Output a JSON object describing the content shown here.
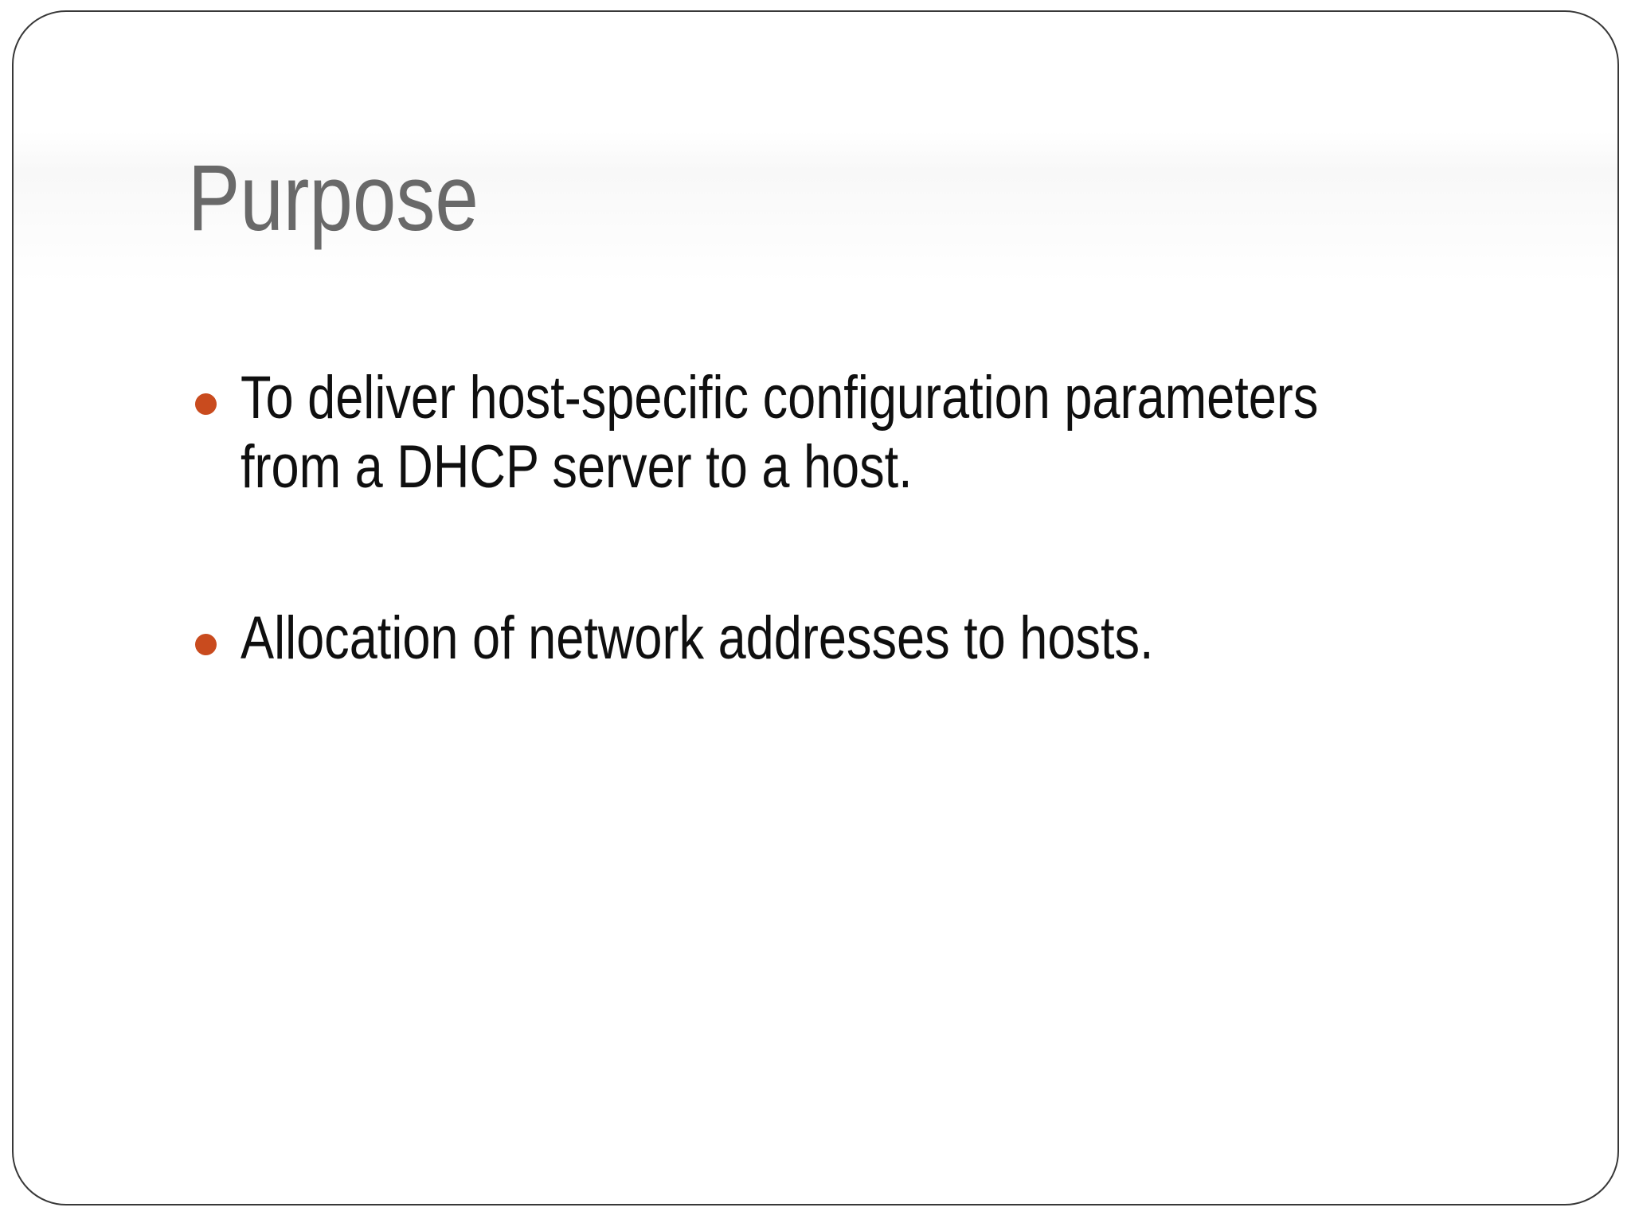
{
  "slide": {
    "title": "Purpose",
    "bullets": [
      {
        "lines": [
          "To deliver host-specific configuration parameters",
          "from a DHCP server to a host."
        ],
        "full_text": "To deliver host-specific configuration parameters from a DHCP server to a host."
      },
      {
        "lines": [
          "Allocation of network addresses to hosts."
        ],
        "full_text": "Allocation of network addresses to hosts."
      }
    ],
    "colors": {
      "title": "#696969",
      "body": "#0f0f0f",
      "bullet": "#c94b1e",
      "border": "#383838",
      "background": "#ffffff"
    }
  }
}
